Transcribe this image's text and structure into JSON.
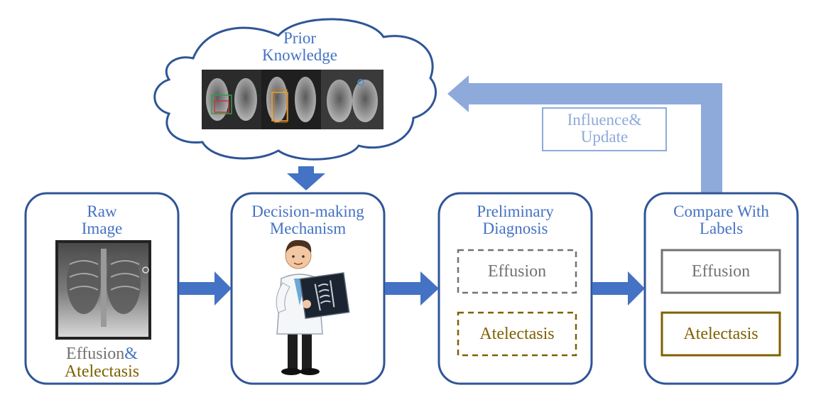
{
  "prior": {
    "line1": "Prior",
    "line2": "Knowledge"
  },
  "feedback": {
    "line1": "Influence&",
    "line2": "Update"
  },
  "raw": {
    "title1": "Raw",
    "title2": "Image",
    "label_effusion": "Effusion",
    "label_amp": "&",
    "label_atelectasis": "Atelectasis"
  },
  "decision": {
    "title1": "Decision-making",
    "title2": "Mechanism"
  },
  "preliminary": {
    "title1": "Preliminary",
    "title2": "Diagnosis",
    "item1": "Effusion",
    "item2": "Atelectasis"
  },
  "compare": {
    "title1": "Compare With",
    "title2": "Labels",
    "item1": "Effusion",
    "item2": "Atelectasis"
  },
  "colors": {
    "accent": "#4472c4",
    "box_border": "#2f5597",
    "arrow": "#4472c4",
    "feedback": "#8eaadb",
    "gray": "#767171",
    "olive": "#7f6000"
  }
}
